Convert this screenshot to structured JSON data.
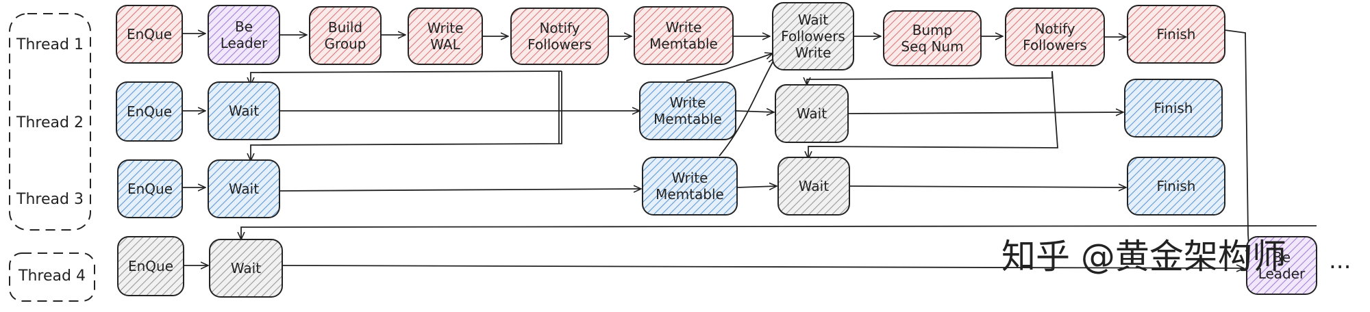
{
  "colors": {
    "red": "#d97a7a",
    "purple": "#a77fd6",
    "blue": "#5f9ad3",
    "gray": "#9a9a9a",
    "ink": "#222222"
  },
  "threads": [
    {
      "label": "Thread 1"
    },
    {
      "label": "Thread 2"
    },
    {
      "label": "Thread 3"
    },
    {
      "label": "Thread 4"
    }
  ],
  "nodes": [
    {
      "id": "t1-enque",
      "lines": [
        "EnQue"
      ],
      "color": "red"
    },
    {
      "id": "t1-be-leader",
      "lines": [
        "Be",
        "Leader"
      ],
      "color": "purple"
    },
    {
      "id": "t1-build",
      "lines": [
        "Build",
        "Group"
      ],
      "color": "red"
    },
    {
      "id": "t1-wal",
      "lines": [
        "Write",
        "WAL"
      ],
      "color": "red"
    },
    {
      "id": "t1-notify1",
      "lines": [
        "Notify",
        "Followers"
      ],
      "color": "red"
    },
    {
      "id": "t1-memtable",
      "lines": [
        "Write",
        "Memtable"
      ],
      "color": "red"
    },
    {
      "id": "t1-wait-fw",
      "lines": [
        "Wait",
        "Followers",
        "Write"
      ],
      "color": "gray"
    },
    {
      "id": "t1-bump",
      "lines": [
        "Bump",
        "Seq Num"
      ],
      "color": "red"
    },
    {
      "id": "t1-notify2",
      "lines": [
        "Notify",
        "Followers"
      ],
      "color": "red"
    },
    {
      "id": "t1-finish",
      "lines": [
        "Finish"
      ],
      "color": "red"
    },
    {
      "id": "t2-enque",
      "lines": [
        "EnQue"
      ],
      "color": "blue"
    },
    {
      "id": "t2-wait",
      "lines": [
        "Wait"
      ],
      "color": "blue"
    },
    {
      "id": "t2-memtable",
      "lines": [
        "Write",
        "Memtable"
      ],
      "color": "blue"
    },
    {
      "id": "t2-wait2",
      "lines": [
        "Wait"
      ],
      "color": "gray"
    },
    {
      "id": "t2-finish",
      "lines": [
        "Finish"
      ],
      "color": "blue"
    },
    {
      "id": "t3-enque",
      "lines": [
        "EnQue"
      ],
      "color": "blue"
    },
    {
      "id": "t3-wait",
      "lines": [
        "Wait"
      ],
      "color": "blue"
    },
    {
      "id": "t3-memtable",
      "lines": [
        "Write",
        "Memtable"
      ],
      "color": "blue"
    },
    {
      "id": "t3-wait2",
      "lines": [
        "Wait"
      ],
      "color": "gray"
    },
    {
      "id": "t3-finish",
      "lines": [
        "Finish"
      ],
      "color": "blue"
    },
    {
      "id": "t4-enque",
      "lines": [
        "EnQue"
      ],
      "color": "gray"
    },
    {
      "id": "t4-wait",
      "lines": [
        "Wait"
      ],
      "color": "gray"
    },
    {
      "id": "t4-be-leader",
      "lines": [
        "Be",
        "Leader"
      ],
      "color": "purple"
    }
  ],
  "continuation": "...",
  "watermark": "知乎 @黄金架构师"
}
